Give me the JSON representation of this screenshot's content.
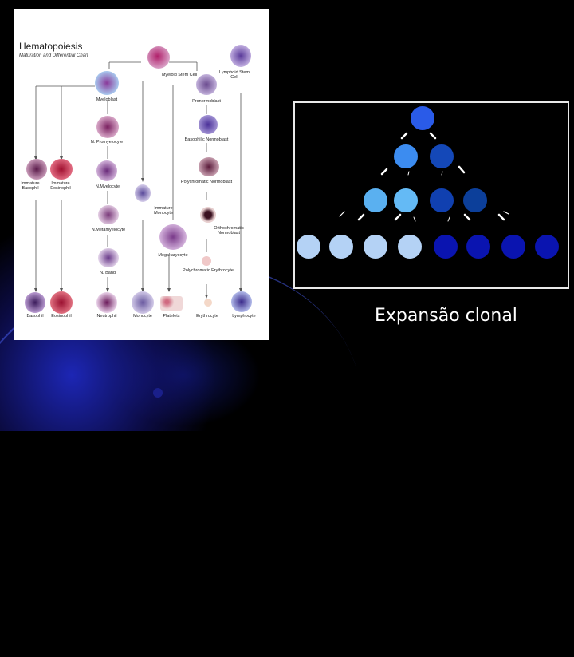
{
  "slide": {
    "caption": "Expansão clonal"
  },
  "hematopoiesis_chart": {
    "title": "Hematopoiesis",
    "subtitle": "Maturation and Differential Chart",
    "labels": {
      "myeloid_stem_cell": "Myeloid Stem Cell",
      "lymphoid_stem_cell": "Lymphoid Stem Cell",
      "myeloblast": "Myeloblast",
      "pronormoblast": "Pronormoblast",
      "n_promyelocyte": "N. Promyelocyte",
      "basophilic_normoblast": "Basophilic Normoblast",
      "immature_basophil": "Immature Basophil",
      "immature_eosinophil": "Immature Eosinophil",
      "n_myelocyte": "N.Myelocyte",
      "immature_monocyte": "Immature Monocyte",
      "polychromatic_normoblast": "Polychromatic Normoblast",
      "n_metamyelocyte": "N.Metamyelocyte",
      "orthochromatic_normoblast": "Orthochromatic Normoblast",
      "megakaryocyte": "Megakaryocyte",
      "n_band": "N. Band",
      "polychromatic_erythrocyte": "Polychromatic Erythrocyte",
      "basophil": "Basophil",
      "eosinophil": "Eosinophil",
      "neutrophil": "Neutrophil",
      "monocyte": "Monocyte",
      "platelets": "Platelets",
      "erythrocyte": "Erythrocyte",
      "lymphocyte": "Lymphocyte"
    }
  },
  "clonal_tree": {
    "colors": {
      "root": "#2a5be8",
      "level2_light": "#3c8cf0",
      "level2_dark": "#1448b8",
      "level3_light": "#5ab0f0",
      "level3_mid": "#64baf5",
      "level3_dark": "#1040b0",
      "level3_darker": "#0c3f9a",
      "leaf_light": "#b4d2f5",
      "leaf_dark": "#0a14b0",
      "panel_border": "#e8e8e8"
    }
  }
}
